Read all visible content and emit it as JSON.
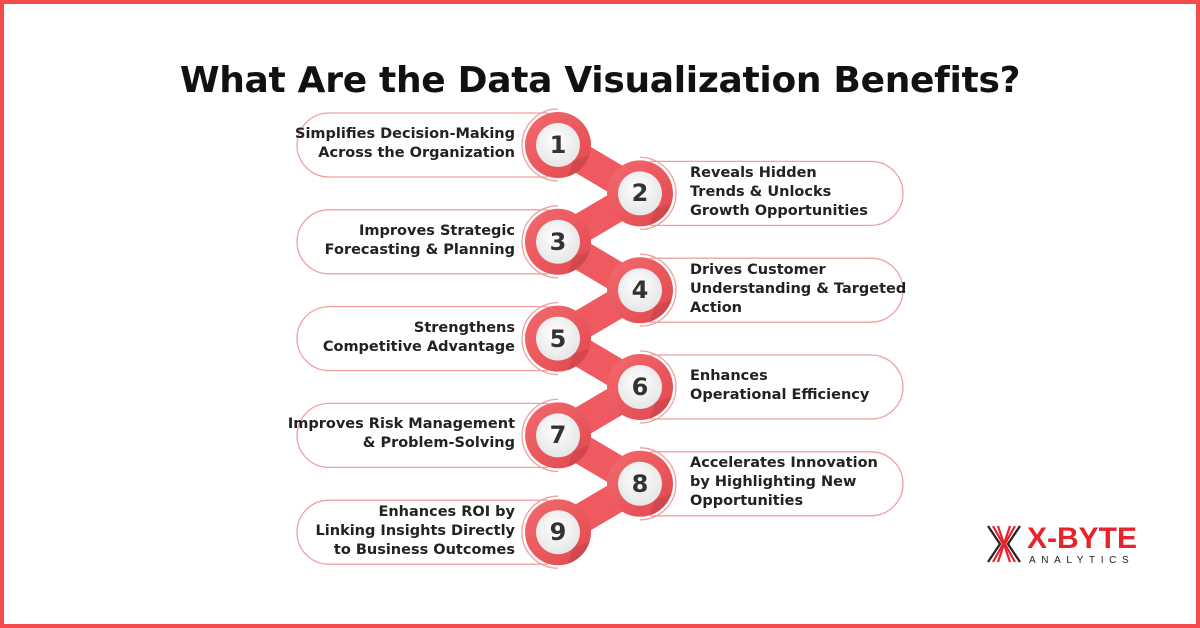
{
  "title": "What Are the Data Visualization Benefits?",
  "colors": {
    "accent": "#f44c4e",
    "circle_red": "#ee5a5f",
    "circle_shadow": "#c9454b",
    "pill_border": "#f0a0a2",
    "text": "#222222"
  },
  "items": [
    {
      "number": "1",
      "side": "left",
      "lines": [
        "Simplifies Decision-Making",
        "Across the Organization"
      ]
    },
    {
      "number": "2",
      "side": "right",
      "lines": [
        "Reveals Hidden",
        "Trends & Unlocks",
        "Growth Opportunities"
      ]
    },
    {
      "number": "3",
      "side": "left",
      "lines": [
        "Improves Strategic",
        "Forecasting & Planning"
      ]
    },
    {
      "number": "4",
      "side": "right",
      "lines": [
        "Drives Customer",
        "Understanding & Targeted",
        "Action"
      ]
    },
    {
      "number": "5",
      "side": "left",
      "lines": [
        "Strengthens",
        "Competitive Advantage"
      ]
    },
    {
      "number": "6",
      "side": "right",
      "lines": [
        "Enhances",
        "Operational Efficiency"
      ]
    },
    {
      "number": "7",
      "side": "left",
      "lines": [
        "Improves Risk Management",
        "& Problem-Solving"
      ]
    },
    {
      "number": "8",
      "side": "right",
      "lines": [
        "Accelerates Innovation",
        "by Highlighting New",
        "Opportunities"
      ]
    },
    {
      "number": "9",
      "side": "left",
      "lines": [
        "Enhances ROI by",
        "Linking Insights Directly",
        "to Business Outcomes"
      ]
    }
  ],
  "logo": {
    "main": "X-BYTE",
    "sub": "ANALYTICS",
    "icon": "x-byte-logo-icon"
  }
}
